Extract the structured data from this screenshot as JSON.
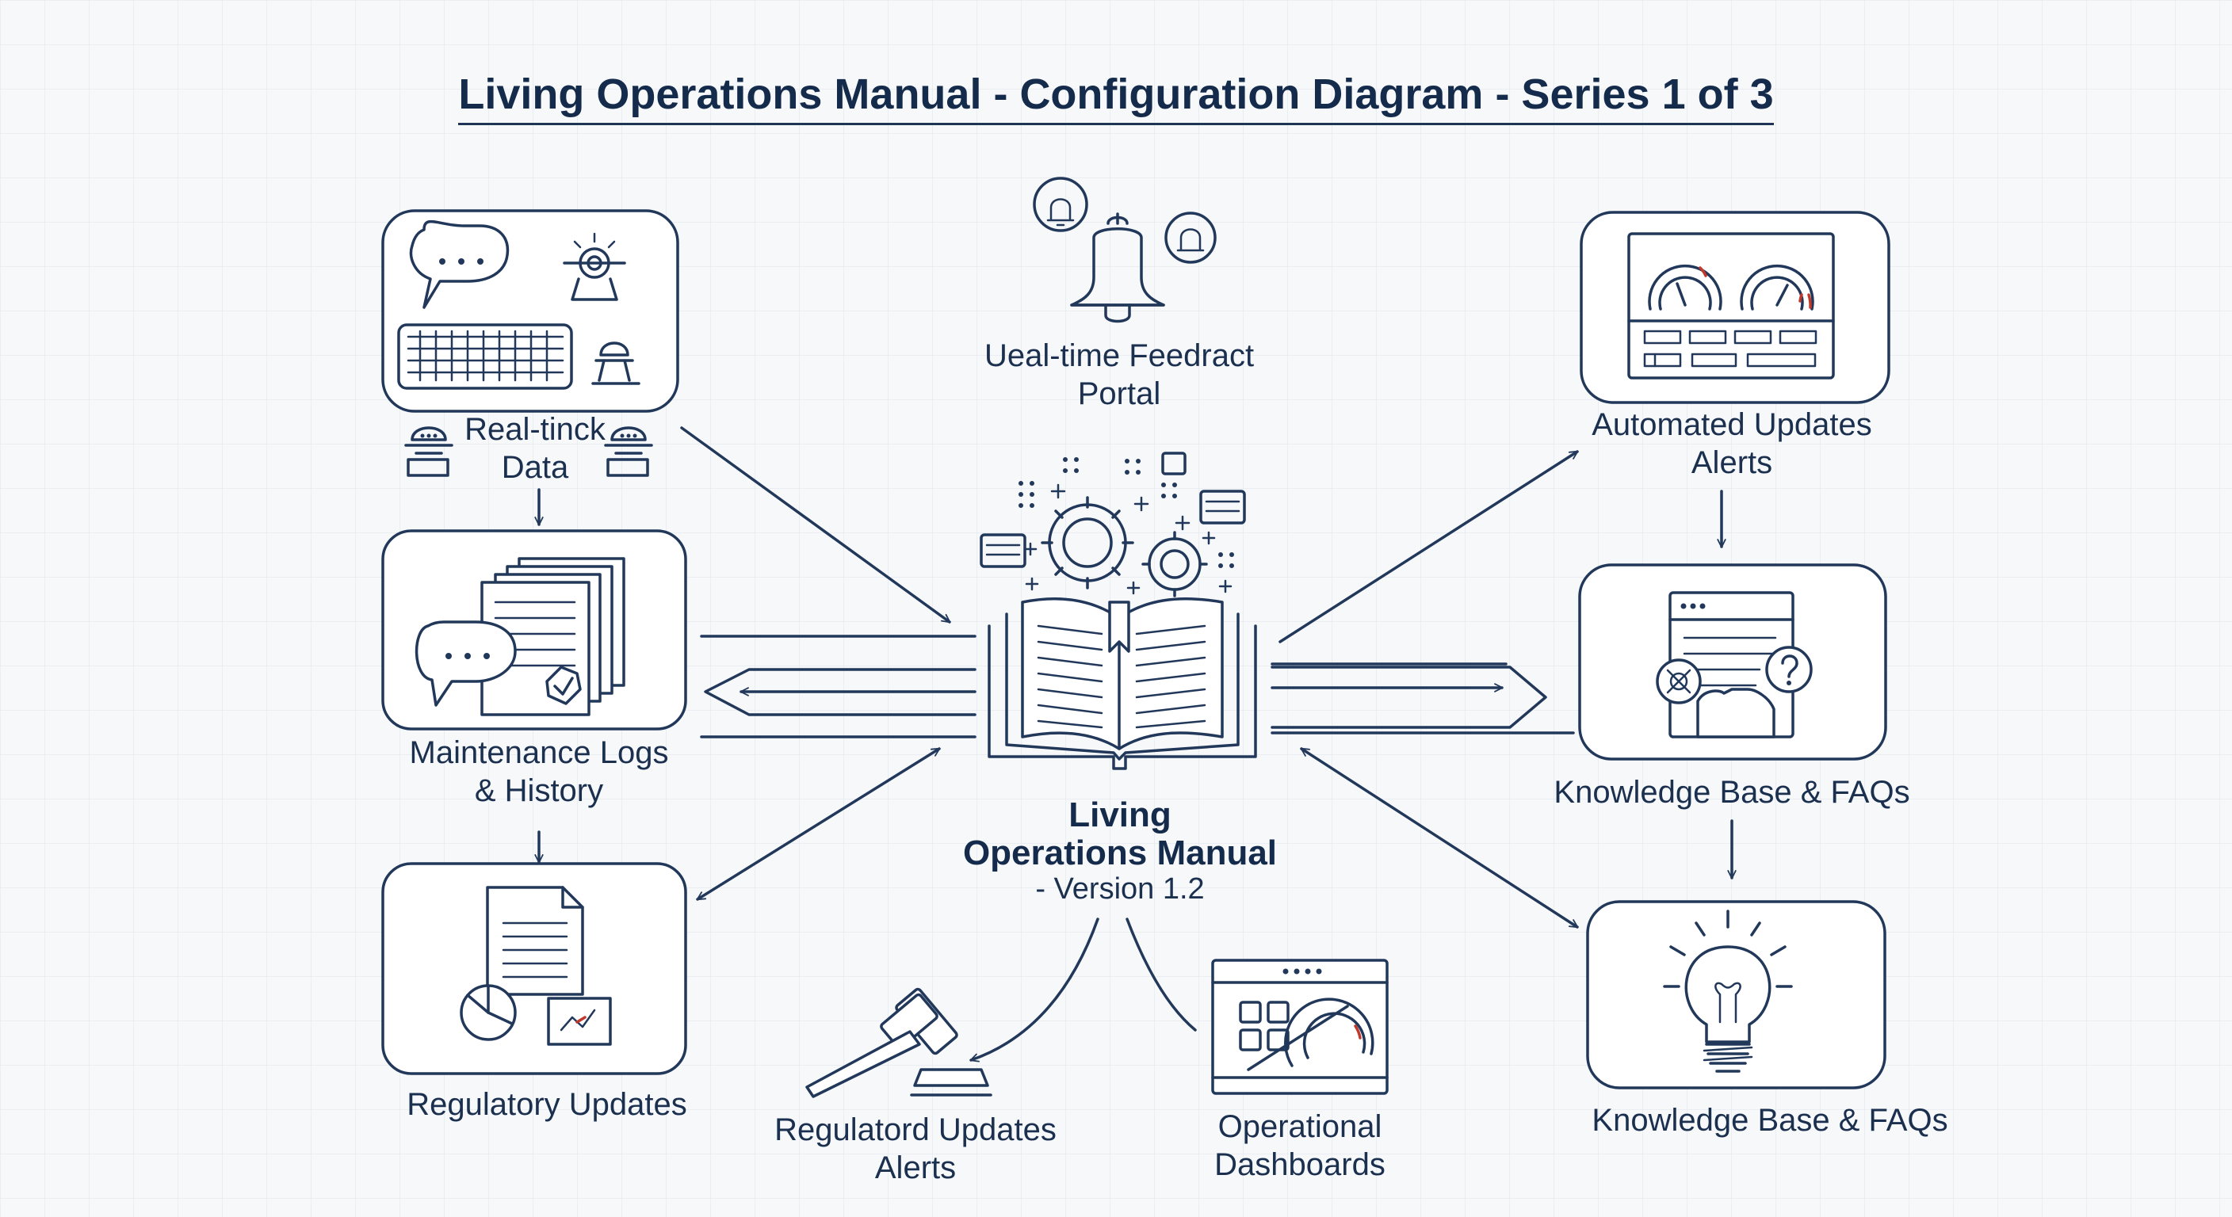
{
  "title": "Living Operations Manual - Configuration Diagram - Series 1 of 3",
  "center": {
    "title_line1": "Living",
    "title_line2": "Operations Manual",
    "version": "- Version 1.2"
  },
  "nodes": {
    "realtime_data": {
      "line1": "Real-tinck",
      "line2": "Data",
      "icon": "chat-keyboard-robot-icon"
    },
    "feedback_portal": {
      "line1": "Ueal-time Feedract",
      "line2": "Portal",
      "icon": "bell-icon"
    },
    "automated_updates": {
      "line1": "Automated Updates",
      "line2": "Alerts",
      "icon": "dashboard-gauges-icon"
    },
    "maintenance_logs": {
      "line1": "Maintenance Logs",
      "line2": "& History",
      "icon": "documents-chat-icon"
    },
    "kb_faqs_1": {
      "line1": "Knowledge Base & FAQs",
      "icon": "browser-help-icon"
    },
    "regulatory_updates": {
      "line1": "Regulatory Updates",
      "icon": "document-chart-icon"
    },
    "regulatord_alerts": {
      "line1": "Regulatord Updates",
      "line2": "Alerts",
      "icon": "gavel-icon"
    },
    "operational_dashboards": {
      "line1": "Operational",
      "line2": "Dashboards",
      "icon": "dashboard-window-icon"
    },
    "kb_faqs_2": {
      "line1": "Knowledge Base & FAQs",
      "icon": "lightbulb-icon"
    }
  }
}
